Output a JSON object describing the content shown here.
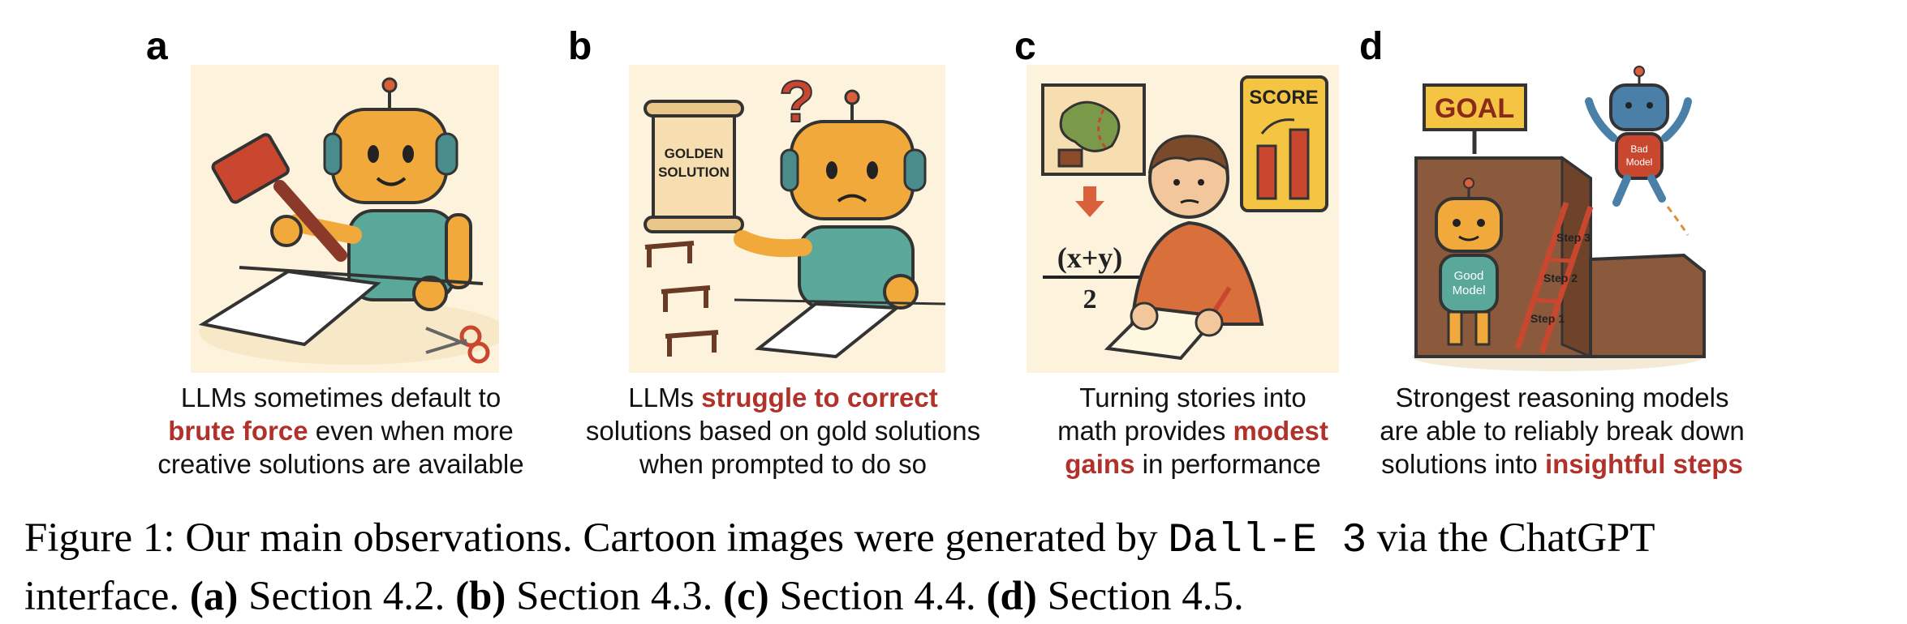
{
  "panels": [
    {
      "letter": "a",
      "caption": {
        "line1": "LLMs sometimes default to",
        "line2_highlight": "brute force",
        "line2_rest": " even when more",
        "line3": "creative solutions are available"
      }
    },
    {
      "letter": "b",
      "scroll_text_1": "GOLDEN",
      "scroll_text_2": "SOLUTION",
      "caption": {
        "line1_pre": "LLMs ",
        "line1_highlight": "struggle to correct",
        "line2": "solutions based on gold solutions",
        "line3": "when prompted to do so"
      }
    },
    {
      "letter": "c",
      "score_text": "SCORE",
      "formula_top": "(x+y)",
      "formula_bottom": "2",
      "caption": {
        "line1": "Turning stories into",
        "line2_pre": "math provides ",
        "line2_highlight": "modest",
        "line3_highlight": "gains",
        "line3_rest": " in performance"
      }
    },
    {
      "letter": "d",
      "goal_text": "GOAL",
      "bad_model_1": "Bad",
      "bad_model_2": "Model",
      "good_model_1": "Good",
      "good_model_2": "Model",
      "steps": [
        "Step 3",
        "Step 2",
        "Step 1"
      ],
      "caption": {
        "line1": "Strongest reasoning models",
        "line2": "are able to reliably break down",
        "line3_pre": "solutions into ",
        "line3_highlight": "insightful steps"
      }
    }
  ],
  "figure_caption": {
    "prefix": "Figure 1: Our main observations. Cartoon images were generated by ",
    "model": "Dall-E 3",
    "suffix": " via the ChatGPT",
    "line2_start": "interface. ",
    "refs": [
      {
        "label": "(a)",
        "text": " Section 4.2. "
      },
      {
        "label": "(b)",
        "text": " Section 4.3. "
      },
      {
        "label": "(c)",
        "text": " Section 4.4. "
      },
      {
        "label": "(d)",
        "text": " Section 4.5."
      }
    ]
  }
}
